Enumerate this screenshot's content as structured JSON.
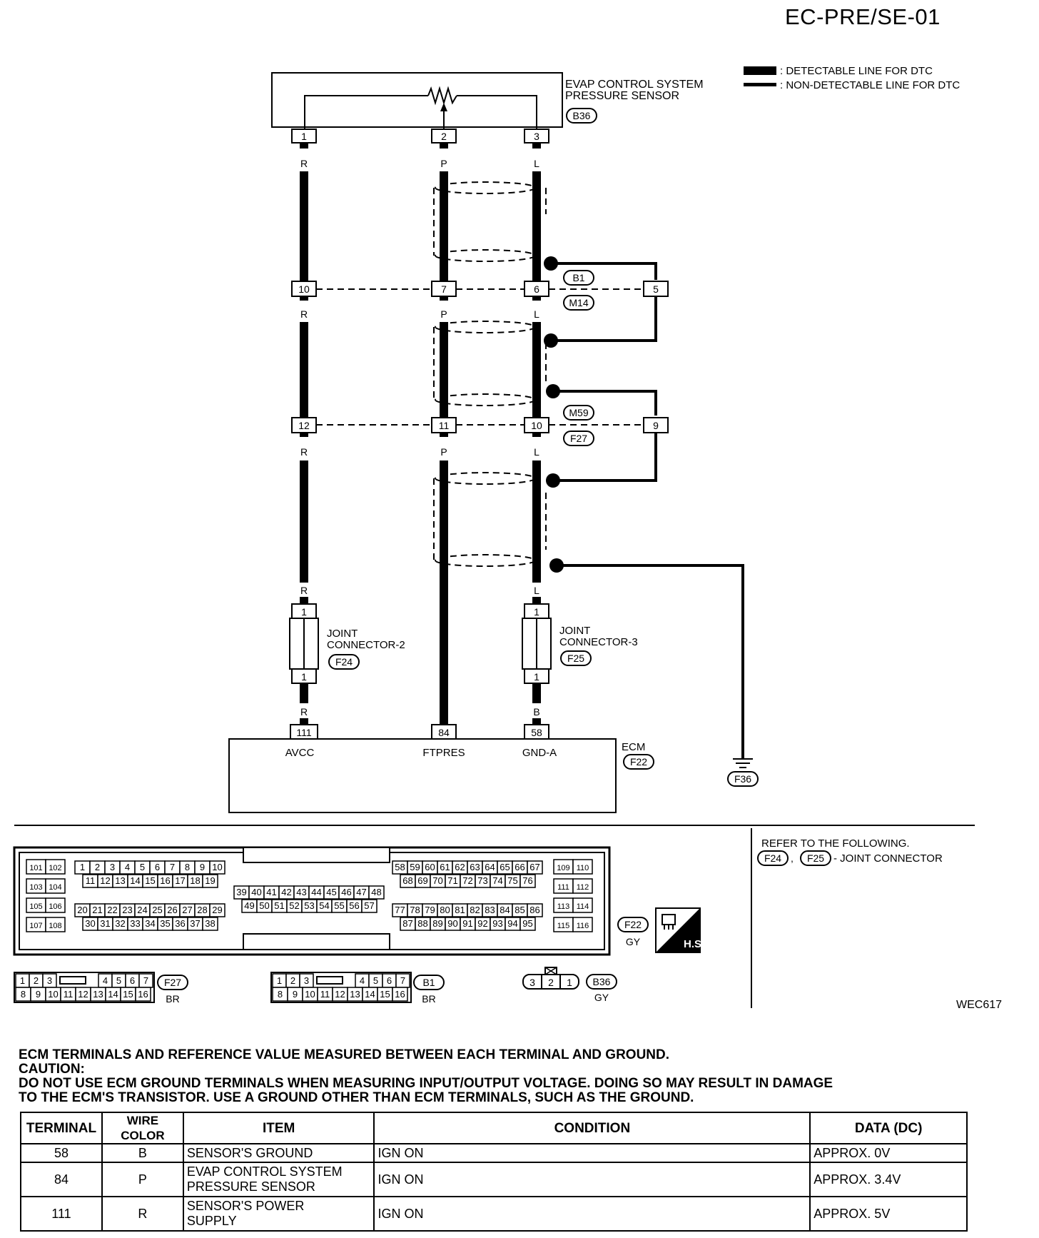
{
  "page_title": "EC-PRE/SE-01",
  "figure_id": "WEC617",
  "legend": {
    "detectable": ": DETECTABLE LINE FOR DTC",
    "non_detectable": ": NON-DETECTABLE LINE FOR DTC"
  },
  "sensor": {
    "name_line1": "EVAP CONTROL SYSTEM",
    "name_line2": "PRESSURE SENSOR",
    "connector": "B36",
    "pins": [
      "1",
      "2",
      "3"
    ]
  },
  "wires": {
    "r": "R",
    "p": "P",
    "l": "L",
    "b": "B"
  },
  "row1": {
    "pins": [
      "10",
      "7",
      "6",
      "5"
    ],
    "conn_a": "B1",
    "conn_b": "M14"
  },
  "row2": {
    "pins": [
      "12",
      "11",
      "10",
      "9"
    ],
    "conn_a": "M59",
    "conn_b": "F27"
  },
  "joint2": {
    "line1": "JOINT",
    "line2": "CONNECTOR-2",
    "connector": "F24",
    "pin_top": "1",
    "pin_bottom": "1"
  },
  "joint3": {
    "line1": "JOINT",
    "line2": "CONNECTOR-3",
    "connector": "F25",
    "pin_top": "1",
    "pin_bottom": "1"
  },
  "ecm": {
    "name": "ECM",
    "connector": "F22",
    "pins": [
      "111",
      "84",
      "58"
    ],
    "signals": [
      "AVCC",
      "FTPRES",
      "GND-A"
    ]
  },
  "ground": "F36",
  "refer": {
    "text": "REFER TO THE FOLLOWING.",
    "c1": "F24",
    "sep": ",",
    "c2": "F25",
    "suffix": "- JOINT CONNECTOR"
  },
  "ecm_connector_face": {
    "left_pairs": [
      [
        "101",
        "102"
      ],
      [
        "103",
        "104"
      ],
      [
        "105",
        "106"
      ],
      [
        "107",
        "108"
      ]
    ],
    "right_pairs": [
      [
        "109",
        "110"
      ],
      [
        "111",
        "112"
      ],
      [
        "113",
        "114"
      ],
      [
        "115",
        "116"
      ]
    ],
    "g1_row1": [
      "1",
      "2",
      "3",
      "4",
      "5",
      "6",
      "7",
      "8",
      "9",
      "10"
    ],
    "g1_row2": [
      "11",
      "12",
      "13",
      "14",
      "15",
      "16",
      "17",
      "18",
      "19"
    ],
    "g1_row3": [
      "20",
      "21",
      "22",
      "23",
      "24",
      "25",
      "26",
      "27",
      "28",
      "29"
    ],
    "g1_row4": [
      "30",
      "31",
      "32",
      "33",
      "34",
      "35",
      "36",
      "37",
      "38"
    ],
    "mid_row1": [
      "39",
      "40",
      "41",
      "42",
      "43",
      "44",
      "45",
      "46",
      "47",
      "48"
    ],
    "mid_row2": [
      "49",
      "50",
      "51",
      "52",
      "53",
      "54",
      "55",
      "56",
      "57"
    ],
    "g3_row1": [
      "58",
      "59",
      "60",
      "61",
      "62",
      "63",
      "64",
      "65",
      "66",
      "67"
    ],
    "g3_row2": [
      "68",
      "69",
      "70",
      "71",
      "72",
      "73",
      "74",
      "75",
      "76"
    ],
    "g3_row3": [
      "77",
      "78",
      "79",
      "80",
      "81",
      "82",
      "83",
      "84",
      "85",
      "86"
    ],
    "g3_row4": [
      "87",
      "88",
      "89",
      "90",
      "91",
      "92",
      "93",
      "94",
      "95"
    ],
    "label": "F22",
    "color": "GY",
    "badge": "H.S."
  },
  "conn_f27": {
    "row1_a": [
      "1",
      "2",
      "3"
    ],
    "row1_b": [
      "4",
      "5",
      "6",
      "7"
    ],
    "row2": [
      "8",
      "9",
      "10",
      "11",
      "12",
      "13",
      "14",
      "15",
      "16"
    ],
    "label": "F27",
    "color": "BR"
  },
  "conn_b1": {
    "row1_a": [
      "1",
      "2",
      "3"
    ],
    "row1_b": [
      "4",
      "5",
      "6",
      "7"
    ],
    "row2": [
      "8",
      "9",
      "10",
      "11",
      "12",
      "13",
      "14",
      "15",
      "16"
    ],
    "label": "B1",
    "color": "BR"
  },
  "conn_b36": {
    "pins": [
      "3",
      "2",
      "1"
    ],
    "label": "B36",
    "color": "GY"
  },
  "notes": {
    "line1": "ECM TERMINALS AND REFERENCE VALUE MEASURED BETWEEN EACH TERMINAL AND GROUND.",
    "line2": "CAUTION:",
    "line3": "DO NOT USE ECM GROUND TERMINALS WHEN MEASURING INPUT/OUTPUT VOLTAGE. DOING SO MAY RESULT IN DAMAGE",
    "line4": "TO THE ECM'S TRANSISTOR. USE A GROUND OTHER THAN ECM TERMINALS, SUCH AS THE GROUND."
  },
  "table": {
    "headers": [
      "TERMINAL",
      "WIRE COLOR",
      "ITEM",
      "CONDITION",
      "DATA (DC)"
    ],
    "rows": [
      {
        "terminal": "58",
        "wire": "B",
        "item1": "SENSOR'S GROUND",
        "item2": "",
        "condition": "IGN ON",
        "data": "APPROX. 0V"
      },
      {
        "terminal": "84",
        "wire": "P",
        "item1": "EVAP CONTROL SYSTEM",
        "item2": "PRESSURE SENSOR",
        "condition": "IGN ON",
        "data": "APPROX. 3.4V"
      },
      {
        "terminal": "111",
        "wire": "R",
        "item1": "SENSOR'S POWER",
        "item2": "SUPPLY",
        "condition": "IGN ON",
        "data": "APPROX. 5V"
      }
    ]
  }
}
